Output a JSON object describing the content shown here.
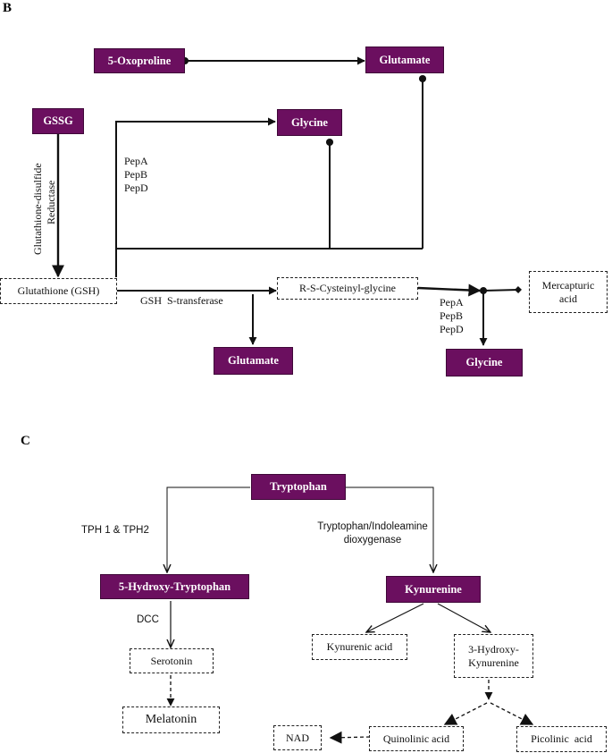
{
  "panel_b": {
    "letter": "B",
    "nodes": {
      "oxoproline": "5-Oxoproline",
      "glutamate_top": "Glutamate",
      "gssg": "GSSG",
      "glycine_top": "Glycine",
      "gsh": "Glutathione (GSH)",
      "cysteinyl_glycine": "R-S-Cysteinyl-glycine",
      "mercapturic_line1": "Mercapturic",
      "mercapturic_line2": "acid",
      "glutamate_bottom": "Glutamate",
      "glycine_bottom": "Glycine"
    },
    "labels": {
      "reductase_line1": "Glutathione-disulfide",
      "reductase_line2": "Reductase",
      "pep_top": [
        "PepA",
        "PepB",
        "PepD"
      ],
      "gsh_transferase": "GSH  S-transferase",
      "pep_bottom": [
        "PepA",
        "PepB",
        "PepD"
      ]
    }
  },
  "panel_c": {
    "letter": "C",
    "nodes": {
      "tryptophan": "Tryptophan",
      "hydroxy_tryptophan": "5-Hydroxy-Tryptophan",
      "kynurenine": "Kynurenine",
      "serotonin": "Serotonin",
      "melatonin": "Melatonin",
      "kynurenic_acid": "Kynurenic acid",
      "hydroxy_kynurenine_line1": "3-Hydroxy-",
      "hydroxy_kynurenine_line2": "Kynurenine",
      "nad": "NAD",
      "quinolinic_acid": "Quinolinic acid",
      "picolinic_acid": "Picolinic  acid"
    },
    "labels": {
      "tph": "TPH 1 & TPH2",
      "dioxygenase_line1": "Tryptophan/Indoleamine",
      "dioxygenase_line2": "dioxygenase",
      "dcc": "DCC"
    }
  },
  "colors": {
    "node_fill": "#6b0f5f",
    "node_text": "#ffffff",
    "line": "#111111"
  }
}
